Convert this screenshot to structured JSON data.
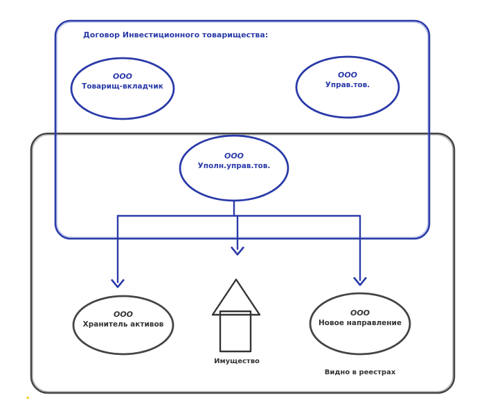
{
  "contract": {
    "title": "Договор Инвестиционного товарищества:"
  },
  "entities": {
    "tovarisch_vkladchik": {
      "type": "ООО",
      "name": "Товарищ-вкладчик"
    },
    "uprav_tov": {
      "type": "ООО",
      "name": "Управ.тов."
    },
    "upoln_uprav_tov": {
      "type": "ООО",
      "name": "Уполн.управ.тов."
    },
    "khranitel": {
      "type": "ООО",
      "name": "Хранитель активов"
    },
    "novoe_napravlenie": {
      "type": "ООО",
      "name": "Новое направление"
    }
  },
  "labels": {
    "property": "Имущество",
    "registries": "Видно в реестрах"
  },
  "colors": {
    "blue": "#2a3aa8",
    "dark": "#444444",
    "dot": "#f2c200"
  }
}
